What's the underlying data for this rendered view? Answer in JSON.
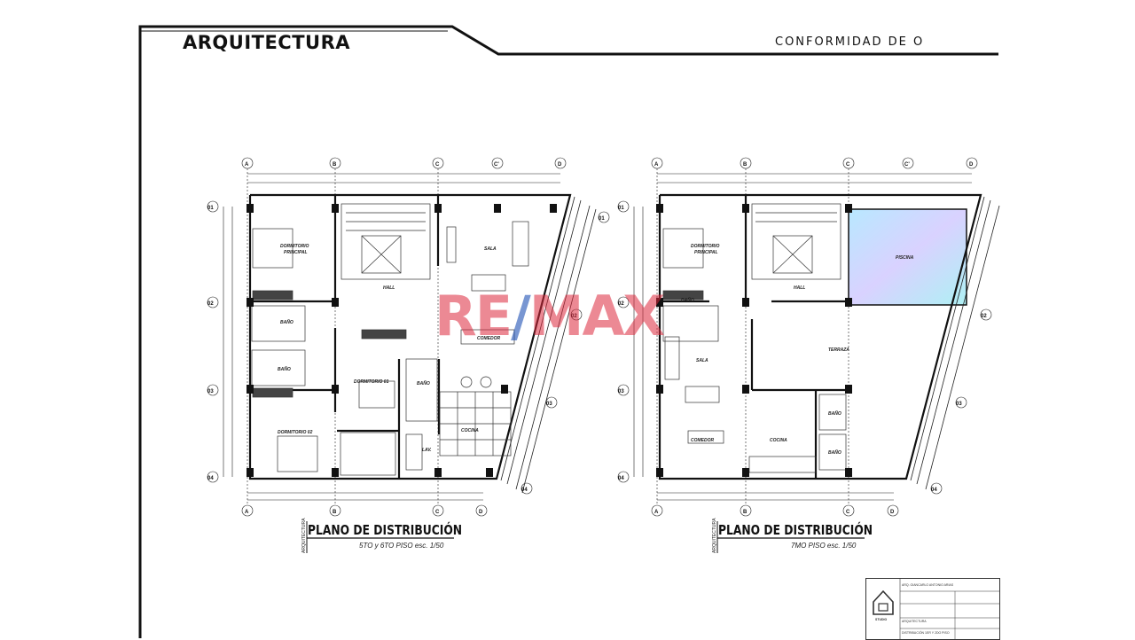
{
  "header": {
    "title": "ARQUITECTURA",
    "right": "CONFORMIDAD DE O"
  },
  "plans": [
    {
      "title": "PLANO DE DISTRIBUCIÓN",
      "subtitle": "5TO y 6TO PISO  esc. 1/50",
      "side": "ARQUITECTURA",
      "rooms": {
        "dorm_principal": "DORMITORIO",
        "dorm_principal_2": "PRINCIPAL",
        "hall": "HALL",
        "sala": "SALA",
        "bano1": "BAÑO",
        "bano2": "BAÑO",
        "comedor": "COMEDOR",
        "dorm2": "DORMITORIO 01",
        "bano3": "BAÑO",
        "dorm3": "DORMITORIO 02",
        "cocina": "COCINA",
        "lav": "LAV."
      }
    },
    {
      "title": "PLANO DE DISTRIBUCIÓN",
      "subtitle": "7MO PISO  esc. 1/50",
      "side": "ARQUITECTURA",
      "rooms": {
        "dorm_principal": "DORMITORIO",
        "dorm_principal_2": "PRINCIPAL",
        "hall": "HALL",
        "piscina": "PISCINA",
        "bano1": "BAÑO",
        "sala": "SALA",
        "terraza": "TERRAZA",
        "comedor": "COMEDOR",
        "cocina": "COCINA",
        "bano2": "BAÑO",
        "bano3": "BAÑO"
      }
    }
  ],
  "axes": {
    "cols": [
      "A",
      "B",
      "C",
      "C'",
      "D"
    ],
    "rows": [
      "01",
      "02",
      "03",
      "04"
    ]
  },
  "watermark": {
    "part1": "RE",
    "part2": "/",
    "part3": "MAX"
  },
  "stamp": {
    "line1": "ARQ. GIANCARLO ANTONIO ARIAS",
    "line2": "ARQUITECTURA",
    "line3": "DISTRIBUCIÓN 1ER Y 2DO PISO",
    "logo": "STUDIO"
  }
}
